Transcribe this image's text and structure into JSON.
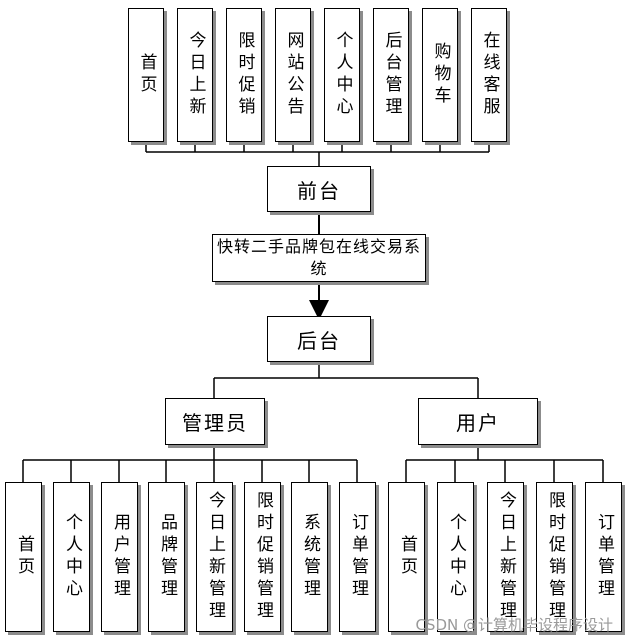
{
  "diagram": {
    "front_modules": [
      "首页",
      "今日上新",
      "限时促销",
      "网站公告",
      "个人中心",
      "后台管理",
      "购物车",
      "在线客服"
    ],
    "front_label": "前台",
    "system_name": "快转二手品牌包在线交易系统",
    "back_label": "后台",
    "admin_label": "管理员",
    "user_label": "用户",
    "admin_modules": [
      "首页",
      "个人中心",
      "用户管理",
      "品牌管理",
      "今日上新管理",
      "限时促销管理",
      "系统管理",
      "订单管理"
    ],
    "user_modules": [
      "首页",
      "个人中心",
      "今日上新管理",
      "限时促销管理",
      "订单管理"
    ]
  },
  "watermark": "CSDN @计算机毕设程序设计"
}
